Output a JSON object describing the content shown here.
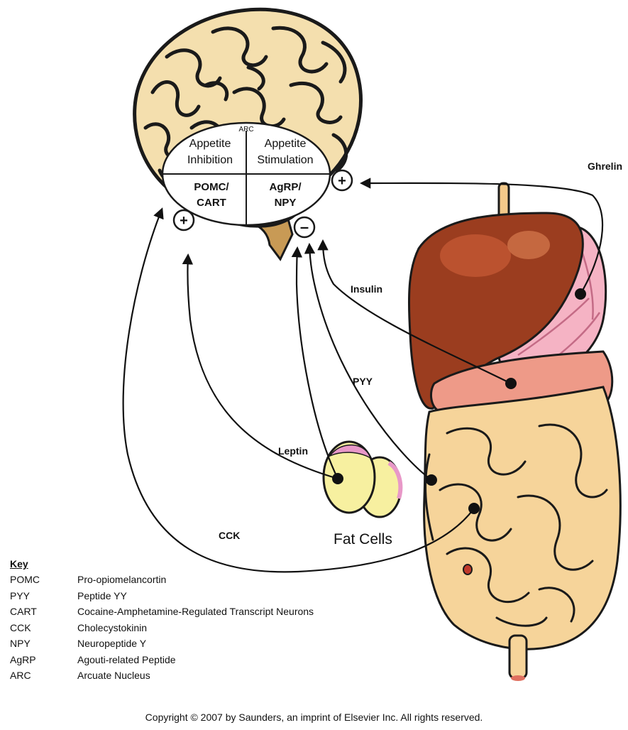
{
  "arc_label": "ARC",
  "quadrants": {
    "top_left": [
      "Appetite",
      "Inhibition"
    ],
    "top_right": [
      "Appetite",
      "Stimulation"
    ],
    "bottom_left": [
      "POMC/",
      "CART"
    ],
    "bottom_right": [
      "AgRP/",
      "NPY"
    ]
  },
  "signs": {
    "plus_right": "+",
    "plus_left": "+",
    "minus": "–"
  },
  "signal_labels": {
    "ghrelin": "Ghrelin",
    "insulin": "Insulin",
    "pyy": "PYY",
    "leptin": "Leptin",
    "cck": "CCK"
  },
  "fat_cells_label": "Fat Cells",
  "key": {
    "title": "Key",
    "items": [
      {
        "abbr": "POMC",
        "definition": "Pro-opiomelancortin"
      },
      {
        "abbr": "PYY",
        "definition": "Peptide YY"
      },
      {
        "abbr": "CART",
        "definition": "Cocaine-Amphetamine-Regulated Transcript Neurons"
      },
      {
        "abbr": "CCK",
        "definition": "Cholecystokinin"
      },
      {
        "abbr": "NPY",
        "definition": "Neuropeptide Y"
      },
      {
        "abbr": "AgRP",
        "definition": "Agouti-related Peptide"
      },
      {
        "abbr": "ARC",
        "definition": "Arcuate Nucleus"
      }
    ]
  },
  "copyright": "Copyright © 2007 by Saunders, an imprint of Elsevier Inc. All rights reserved.",
  "colors": {
    "brain": "#f4dfae",
    "brain_outline": "#1a1a1a",
    "liver": "#9b3d1f",
    "liver_highlight": "#c65a35",
    "stomach": "#f5b3c4",
    "intestine": "#f6d49a",
    "colon": "#ee9a88",
    "fat_cell": "#f7f0a0",
    "fat_cell_accent": "#e898c8"
  }
}
